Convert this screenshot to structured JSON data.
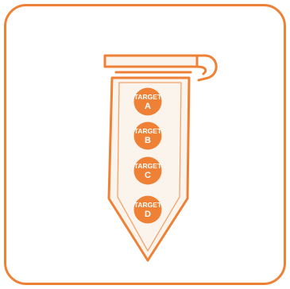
{
  "colors": {
    "accent": "#ee8136",
    "tube_fill": "#fbf4ec",
    "target_fill": "#ee8136",
    "target_text": "#ffffff",
    "background": "#ffffff"
  },
  "targets": [
    {
      "line1": "TARGET",
      "line2": "A"
    },
    {
      "line1": "TARGET",
      "line2": "B"
    },
    {
      "line1": "TARGET",
      "line2": "C"
    },
    {
      "line1": "TARGET",
      "line2": "D"
    }
  ]
}
